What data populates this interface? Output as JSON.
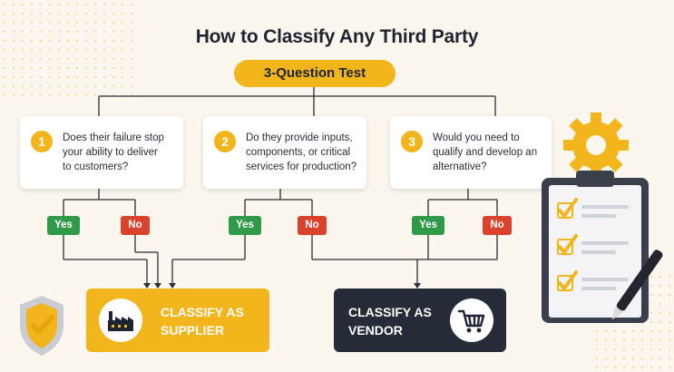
{
  "title": "How to Classify Any Third Party",
  "test_label": "3-Question Test",
  "questions": [
    {
      "number": "1",
      "text": "Does their failure stop\nyour ability to deliver\nto customers?"
    },
    {
      "number": "2",
      "text": "Do they provide inputs,\ncomponents, or critical\nservices for production?"
    },
    {
      "number": "3",
      "text": "Would you need to\nqualify and develop an\nalternative?"
    }
  ],
  "answers": {
    "yes": "Yes",
    "no": "No"
  },
  "outcomes": {
    "supplier": {
      "line1": "CLASSIFY AS",
      "line2": "SUPPLIER",
      "icon": "factory-icon"
    },
    "vendor": {
      "line1": "CLASSIFY AS",
      "line2": "VENDOR",
      "icon": "shopping-cart-icon"
    }
  },
  "colors": {
    "accent": "#f2b51c",
    "yes": "#2f9a4a",
    "no": "#d9432c",
    "dark": "#262b38"
  }
}
